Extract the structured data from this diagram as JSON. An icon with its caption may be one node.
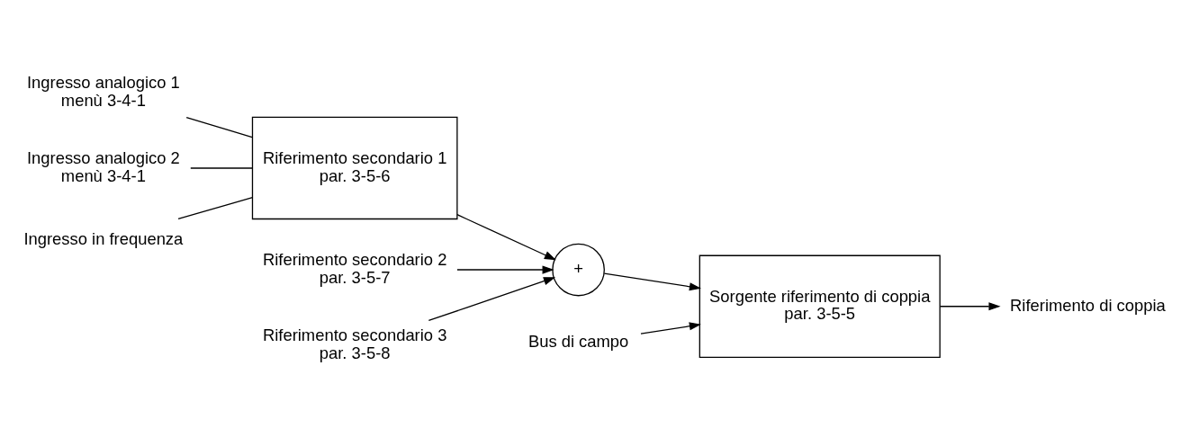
{
  "diagram": {
    "nodes": [
      {
        "text": [
          "Ingresso analogico 1",
          "menù 3-4-1"
        ]
      },
      {
        "text": [
          "Ingresso analogico 2",
          "menù 3-4-1"
        ]
      },
      {
        "text": [
          "Ingresso in frequenza"
        ]
      },
      {
        "text": [
          "Riferimento secondario 1",
          "par. 3-5-6"
        ]
      },
      {
        "text": [
          "Riferimento secondario 2",
          "par. 3-5-7"
        ]
      },
      {
        "text": [
          "Riferimento secondario 3",
          "par. 3-5-8"
        ]
      },
      {
        "text": [
          "+"
        ]
      },
      {
        "text": [
          "Bus di campo"
        ]
      },
      {
        "text": [
          "Sorgente riferimento di coppia",
          "par. 3-5-5"
        ]
      },
      {
        "text": [
          "Riferimento di coppia"
        ]
      }
    ],
    "edges": [
      {
        "from": 0,
        "to": 3,
        "arrow": "none"
      },
      {
        "from": 1,
        "to": 3,
        "arrow": "none"
      },
      {
        "from": 2,
        "to": 3,
        "arrow": "none"
      },
      {
        "from": 3,
        "to": 6,
        "arrow": "to"
      },
      {
        "from": 4,
        "to": 6,
        "arrow": "to"
      },
      {
        "from": 5,
        "to": 6,
        "arrow": "to"
      },
      {
        "from": 7,
        "to": 8,
        "arrow": "to"
      },
      {
        "from": 6,
        "to": 8,
        "arrow": "to"
      },
      {
        "from": 8,
        "to": 9,
        "arrow": "to"
      }
    ]
  }
}
